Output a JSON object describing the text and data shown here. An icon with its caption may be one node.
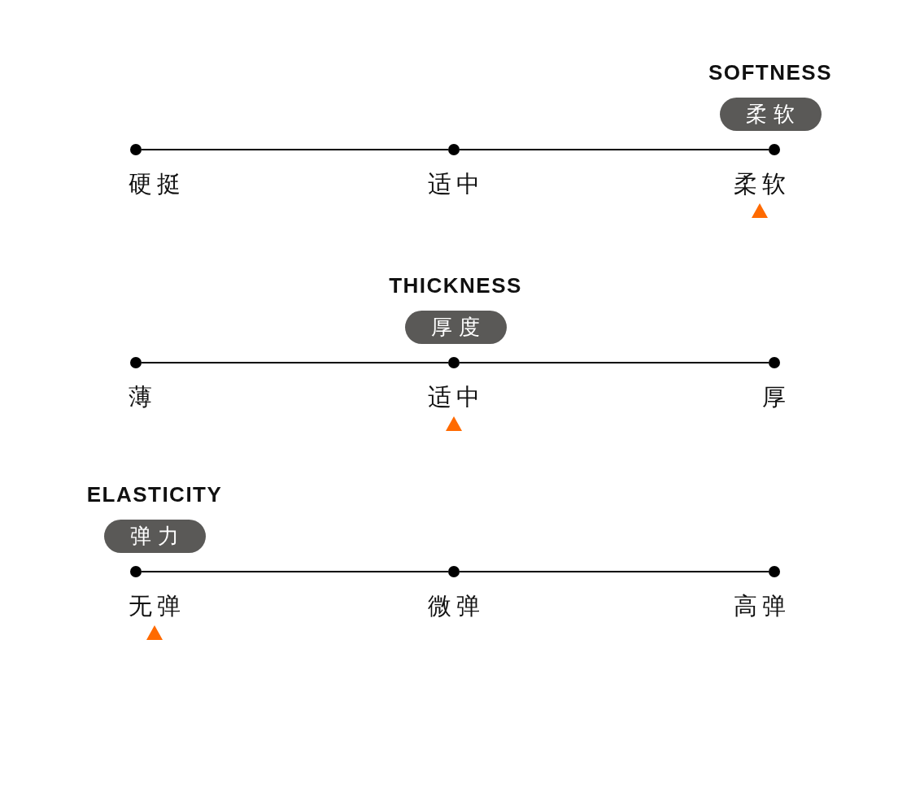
{
  "diagram": {
    "nodes": [
      {
        "text": [
          "SOFTNESS",
          "柔软"
        ]
      },
      {
        "text": [],
        "shape": "circle",
        "beside": [
          "硬挺"
        ]
      },
      {
        "text": [],
        "shape": "circle",
        "beside": [
          "适中"
        ]
      },
      {
        "text": [],
        "shape": "circle",
        "beside": [
          "柔软"
        ]
      },
      {
        "text": [
          "THICKNESS",
          "厚度"
        ]
      },
      {
        "text": [],
        "shape": "circle",
        "beside": [
          "薄"
        ]
      },
      {
        "text": [],
        "shape": "circle",
        "beside": [
          "适中"
        ]
      },
      {
        "text": [],
        "shape": "circle",
        "beside": [
          "厚"
        ]
      },
      {
        "text": [
          "ELASTICITY",
          "弹力"
        ]
      },
      {
        "text": [],
        "shape": "circle",
        "beside": [
          "无弹"
        ]
      },
      {
        "text": [],
        "shape": "circle",
        "beside": [
          "微弹"
        ]
      },
      {
        "text": [],
        "shape": "circle",
        "beside": [
          "高弹"
        ]
      }
    ],
    "edges": [
      {
        "from": 1,
        "to": 2,
        "arrow": "none"
      },
      {
        "from": 2,
        "to": 3,
        "arrow": "none"
      },
      {
        "from": 5,
        "to": 6,
        "arrow": "none"
      },
      {
        "from": 6,
        "to": 7,
        "arrow": "none"
      },
      {
        "from": 9,
        "to": 10,
        "arrow": "none"
      },
      {
        "from": 10,
        "to": 11,
        "arrow": "none"
      }
    ]
  }
}
